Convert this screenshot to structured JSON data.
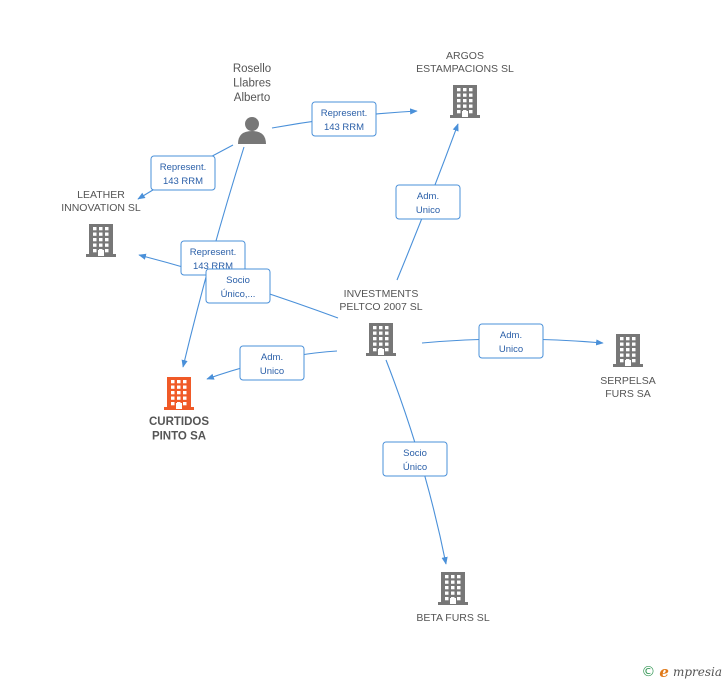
{
  "colors": {
    "edge": "#4a90d9",
    "label_border": "#4a90d9",
    "label_text": "#2a5fa8",
    "company": "#777777",
    "focus_company": "#f05a28",
    "person": "#777777"
  },
  "nodes": [
    {
      "id": "rosello",
      "kind": "person",
      "icon": "person-icon",
      "lines": [
        "Rosello",
        "Llabres",
        "Alberto"
      ]
    },
    {
      "id": "argos",
      "kind": "company",
      "icon": "building-icon",
      "lines": [
        "ARGOS",
        "ESTAMPACIONS SL"
      ]
    },
    {
      "id": "leather",
      "kind": "company",
      "icon": "building-icon",
      "lines": [
        "LEATHER",
        "INNOVATION SL"
      ]
    },
    {
      "id": "investments",
      "kind": "company",
      "icon": "building-icon",
      "lines": [
        "INVESTMENTS",
        "PELTCO 2007 SL"
      ]
    },
    {
      "id": "serpelsa",
      "kind": "company",
      "icon": "building-icon",
      "lines": [
        "SERPELSA",
        "FURS SA"
      ]
    },
    {
      "id": "curtidos",
      "kind": "focus",
      "icon": "building-icon",
      "lines": [
        "CURTIDOS",
        "PINTO SA"
      ]
    },
    {
      "id": "beta",
      "kind": "company",
      "icon": "building-icon",
      "lines": [
        "BETA FURS SL"
      ]
    }
  ],
  "edges": [
    {
      "id": "rosello-argos",
      "from": "rosello",
      "to": "argos",
      "lines": [
        "Represent.",
        "143 RRM"
      ]
    },
    {
      "id": "rosello-leather",
      "from": "rosello",
      "to": "leather",
      "lines": [
        "Represent.",
        "143 RRM"
      ]
    },
    {
      "id": "rosello-curtidos",
      "from": "rosello",
      "to": "curtidos",
      "lines": [
        "Represent.",
        "143 RRM"
      ]
    },
    {
      "id": "investments-argos",
      "from": "investments",
      "to": "argos",
      "lines": [
        "Adm.",
        "Unico"
      ]
    },
    {
      "id": "investments-leather",
      "from": "investments",
      "to": "leather",
      "lines": [
        "Socio",
        "Único,..."
      ]
    },
    {
      "id": "investments-curtidos",
      "from": "investments",
      "to": "curtidos",
      "lines": [
        "Adm.",
        "Unico"
      ]
    },
    {
      "id": "investments-serpelsa",
      "from": "investments",
      "to": "serpelsa",
      "lines": [
        "Adm.",
        "Unico"
      ]
    },
    {
      "id": "investments-beta",
      "from": "investments",
      "to": "beta",
      "lines": [
        "Socio",
        "Único"
      ]
    }
  ],
  "footer": {
    "symbol": "©",
    "brand_initial": "e",
    "brand_rest": "mpresia"
  }
}
